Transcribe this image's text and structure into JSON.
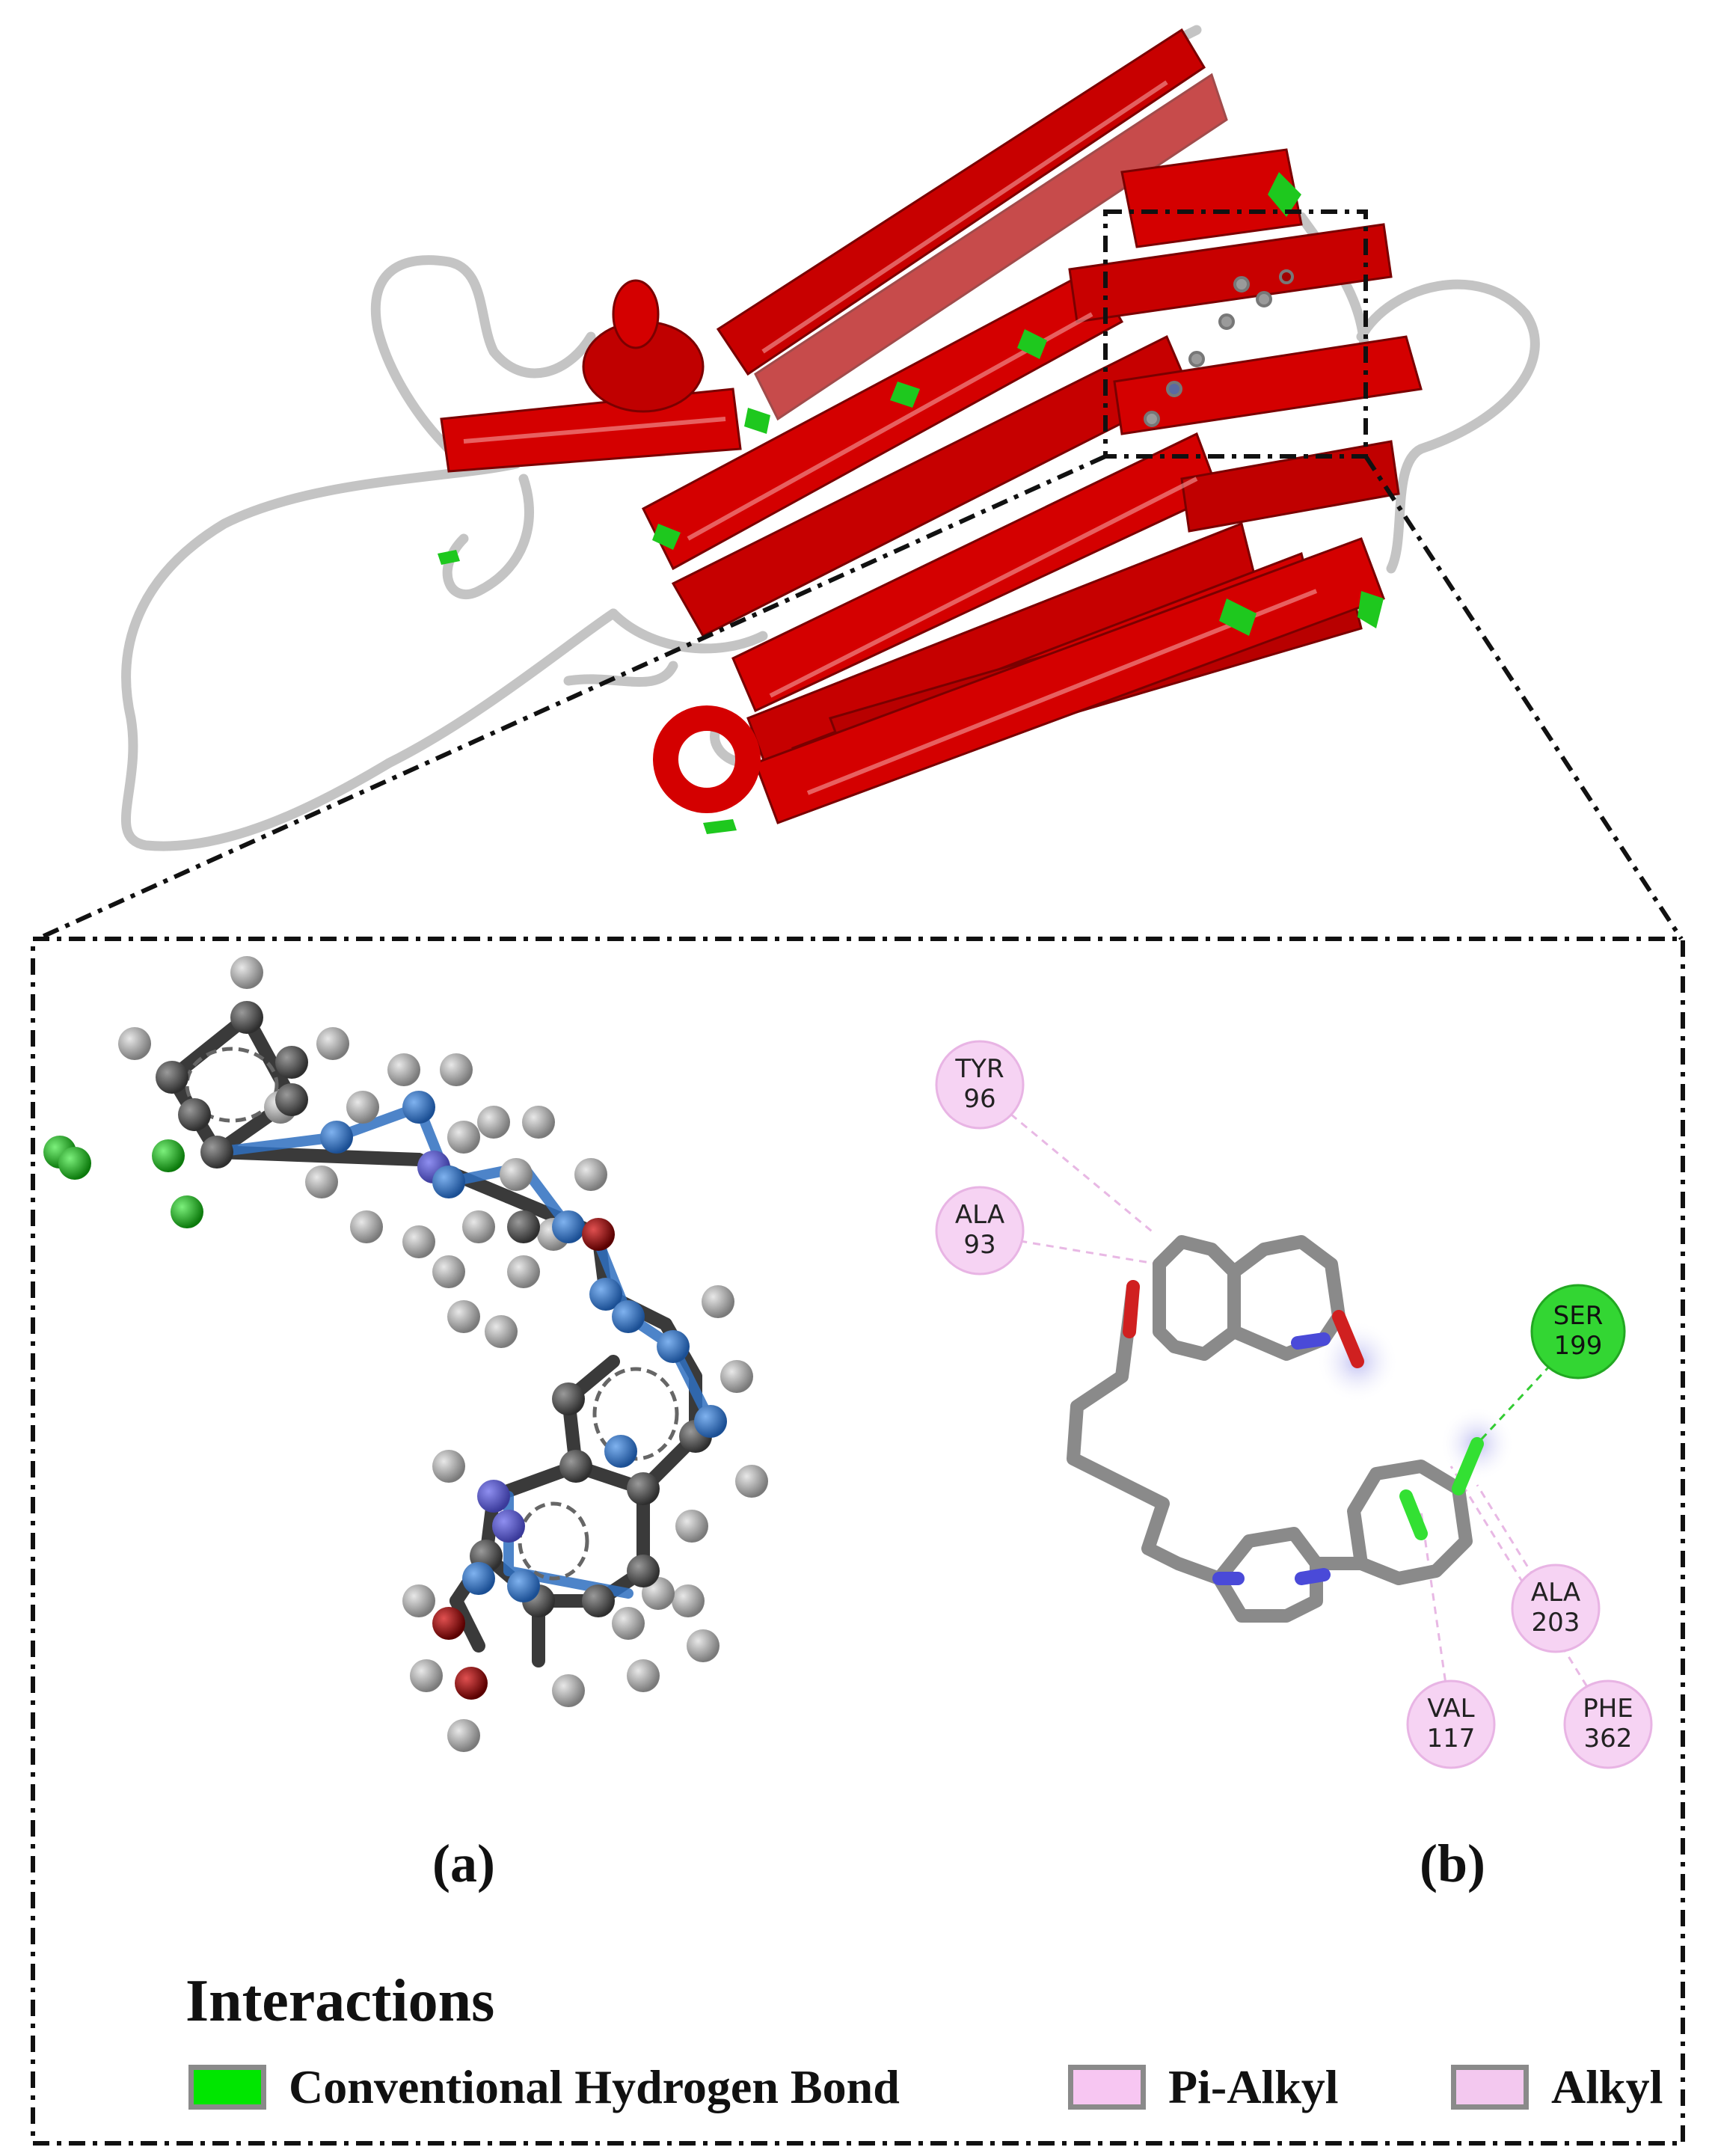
{
  "panels": {
    "a_label": "(a)",
    "b_label": "(b)"
  },
  "residues": [
    {
      "name": "TYR",
      "num": "96",
      "type": "Pi-Alkyl"
    },
    {
      "name": "ALA",
      "num": "93",
      "type": "Pi-Alkyl"
    },
    {
      "name": "SER",
      "num": "199",
      "type": "Conventional Hydrogen Bond"
    },
    {
      "name": "ALA",
      "num": "203",
      "type": "Alkyl"
    },
    {
      "name": "VAL",
      "num": "117",
      "type": "Alkyl"
    },
    {
      "name": "PHE",
      "num": "362",
      "type": "Pi-Alkyl"
    }
  ],
  "legend": {
    "title": "Interactions",
    "items": [
      {
        "label": "Conventional Hydrogen Bond",
        "color": "#00e600"
      },
      {
        "label": "Pi-Alkyl",
        "color": "#f7c6f2"
      },
      {
        "label": "Alkyl",
        "color": "#f3c8ef"
      }
    ]
  },
  "colors": {
    "helix": "#d40000",
    "coil": "#c8c8c8",
    "turn": "#1ec81e",
    "hbond_residue": "#33d633",
    "alkyl_residue": "#f6d3f3",
    "carbon": "#555555",
    "nitrogen": "#2f6fc0",
    "oxygen": "#a00000",
    "chlorine": "#1fa81f",
    "hydrogen": "#a8a8a8"
  }
}
